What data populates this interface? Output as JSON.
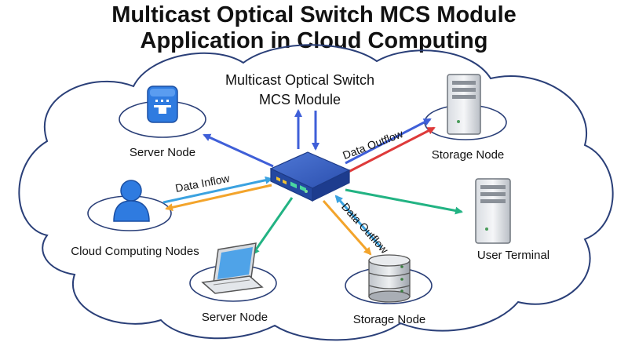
{
  "title": {
    "line1": "Multicast Optical Switch MCS Module",
    "line2": "Application in Cloud Computing"
  },
  "switch_label": {
    "line1": "Multicast Optical Switch",
    "line2": "MCS Module"
  },
  "nodes": {
    "server_top": "Server Node",
    "storage_top": "Storage Node",
    "cloud_nodes": "Cloud Computing Nodes",
    "user_terminal": "User Terminal",
    "server_bottom": "Server Node",
    "storage_bottom": "Storage Node"
  },
  "flows": {
    "inflow": "Data Inflow",
    "outflow_top": "Data Outflow",
    "outflow_bottom": "Data Outflow"
  },
  "colors": {
    "blue": "#3f5fd8",
    "light_blue": "#3ba2e0",
    "red": "#de3a3a",
    "green": "#22b383",
    "orange": "#f3a42b",
    "switch": "#2f55b5"
  }
}
